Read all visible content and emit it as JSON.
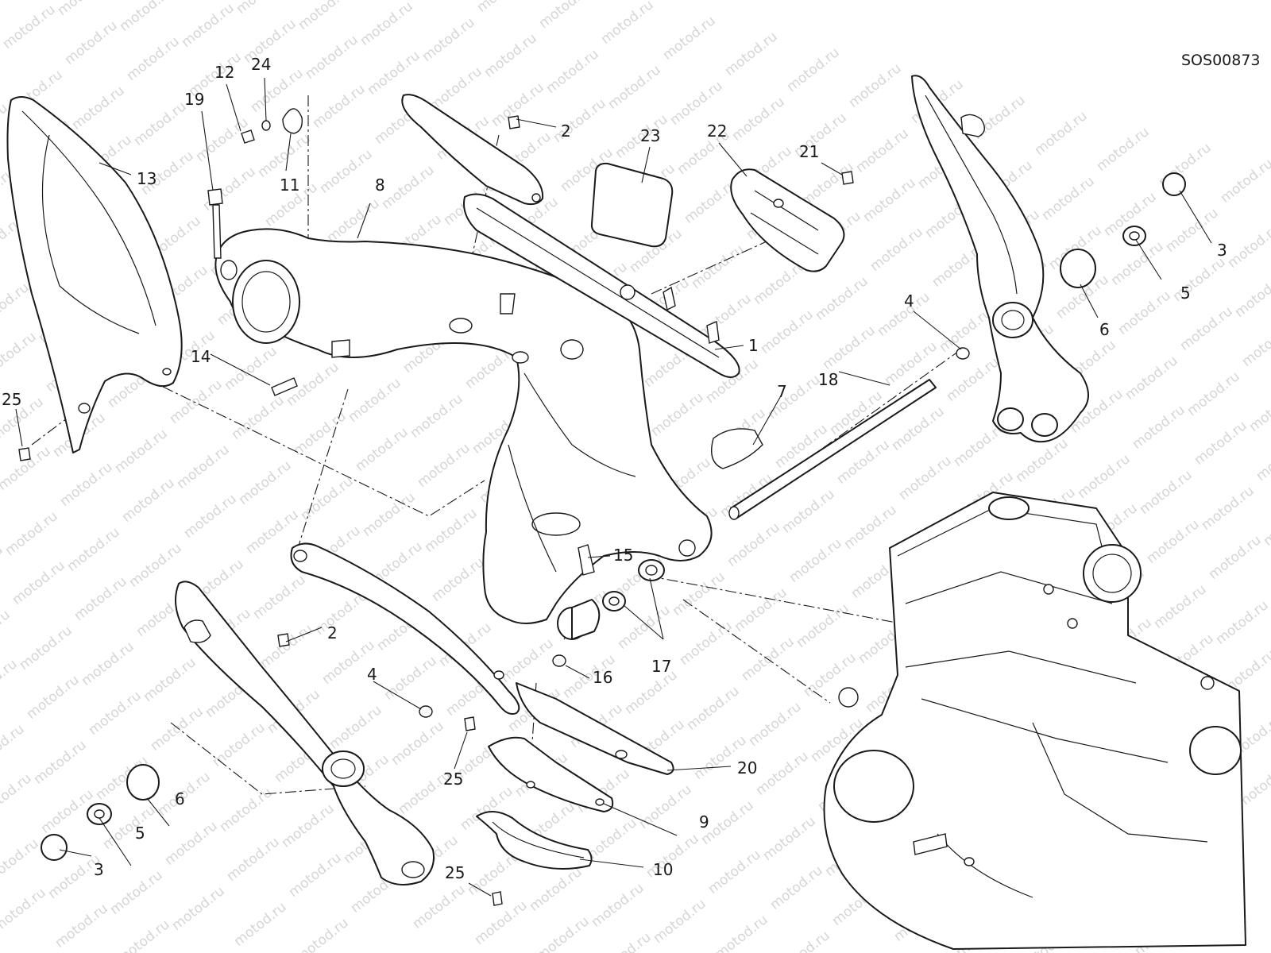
{
  "diagram": {
    "drawing_code": "SOS00873",
    "watermark": "motod.ru",
    "callouts": [
      "1",
      "2",
      "2",
      "3",
      "3",
      "4",
      "4",
      "5",
      "5",
      "6",
      "6",
      "7",
      "8",
      "9",
      "10",
      "11",
      "12",
      "13",
      "14",
      "15",
      "16",
      "17",
      "18",
      "19",
      "20",
      "21",
      "22",
      "23",
      "24",
      "25",
      "25",
      "25"
    ]
  }
}
